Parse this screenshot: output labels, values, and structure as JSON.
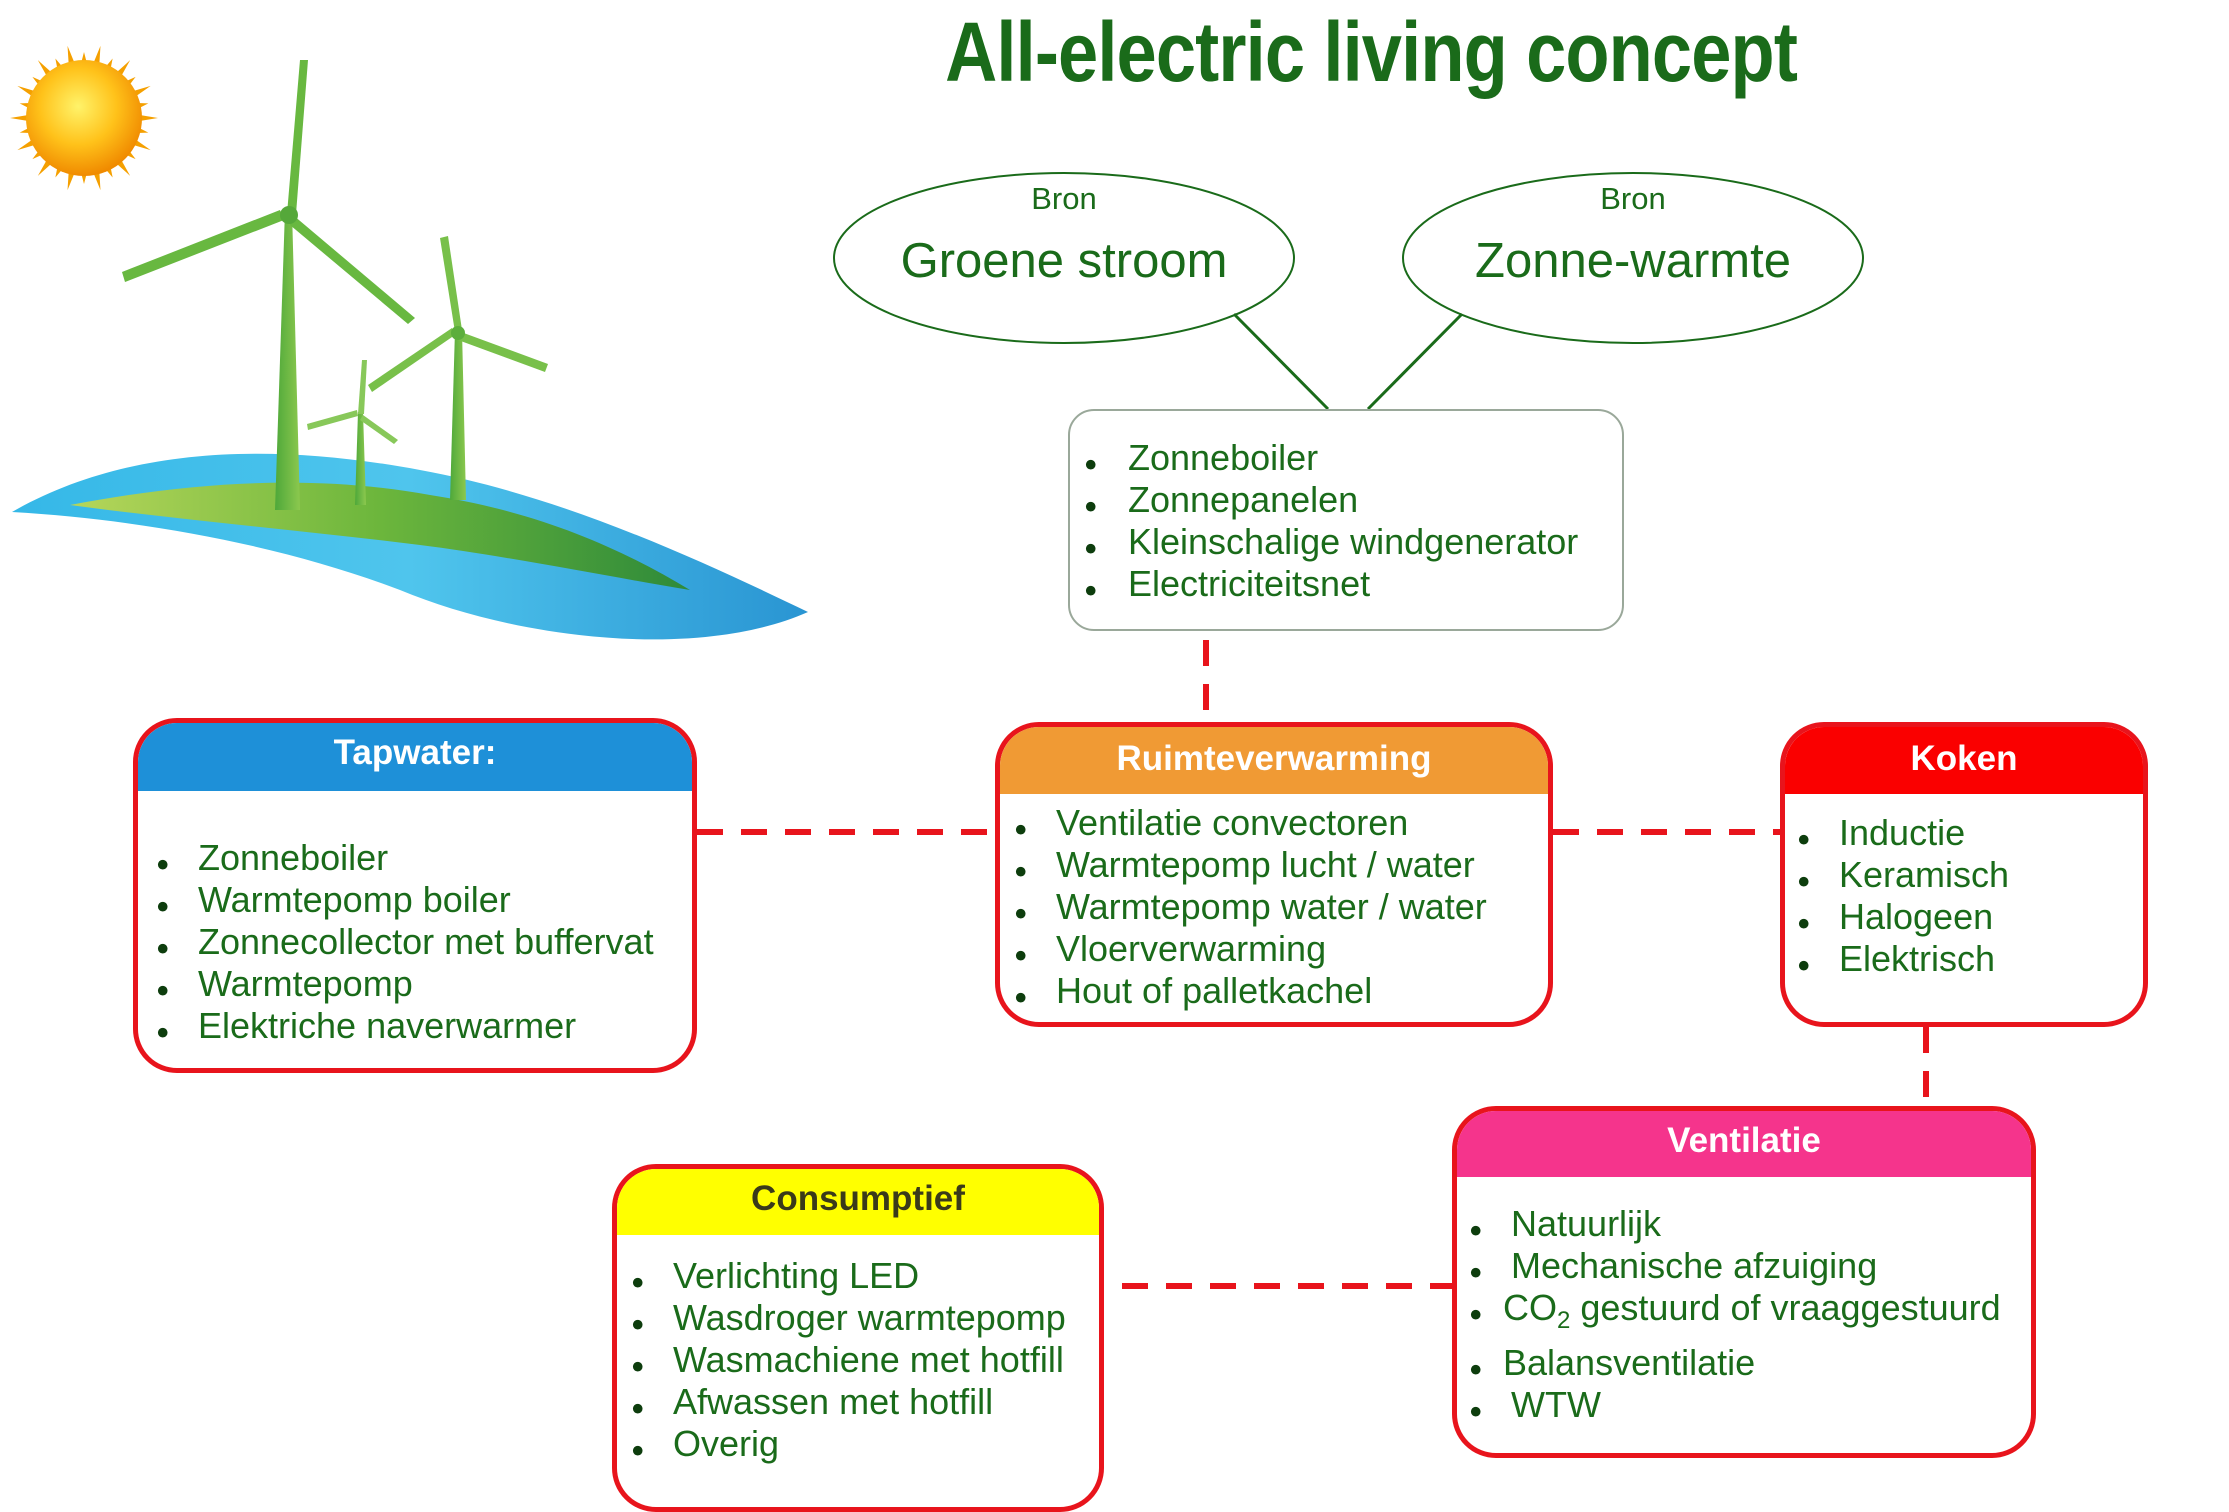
{
  "title": "All-electric living concept",
  "colors": {
    "text_green": "#1a6b1a",
    "connector_red": "#e8141c",
    "tapwater_header": "#1e90d8",
    "ruimteverwarming_header": "#f09a34",
    "koken_header": "#fa0000",
    "ventilatie_header": "#f5348c",
    "consumptief_header": "#ffff00"
  },
  "sources": [
    {
      "sub": "Bron",
      "name": "Groene stroom"
    },
    {
      "sub": "Bron",
      "name": "Zonne-warmte"
    }
  ],
  "source_box": {
    "items": [
      "Zonneboiler",
      "Zonnepanelen",
      "Kleinschalige windgenerator",
      "Electriciteitsnet"
    ]
  },
  "tapwater": {
    "title": "Tapwater:",
    "items": [
      "Zonneboiler",
      "Warmtepomp boiler",
      "Zonnecollector met buffervat",
      "Warmtepomp",
      "Elektriche naverwarmer"
    ]
  },
  "ruimteverwarming": {
    "title": "Ruimteverwarming",
    "items": [
      "Ventilatie convectoren",
      "Warmtepomp lucht / water",
      "Warmtepomp water / water",
      "Vloerverwarming",
      "Hout of palletkachel"
    ]
  },
  "koken": {
    "title": "Koken",
    "items": [
      "Inductie",
      "Keramisch",
      "Halogeen",
      "Elektrisch"
    ]
  },
  "ventilatie": {
    "title": "Ventilatie",
    "items": [
      "Natuurlijk",
      "Mechanische afzuiging",
      "gestuurd of vraaggestuurd",
      "Balansventilatie",
      "WTW"
    ],
    "co2_prefix": "CO",
    "co2_subscript": "2"
  },
  "consumptief": {
    "title": "Consumptief",
    "items": [
      "Verlichting LED",
      "Wasdroger warmtepomp",
      "Wasmachiene met hotfill",
      "Afwassen met hotfill",
      "Overig"
    ]
  }
}
